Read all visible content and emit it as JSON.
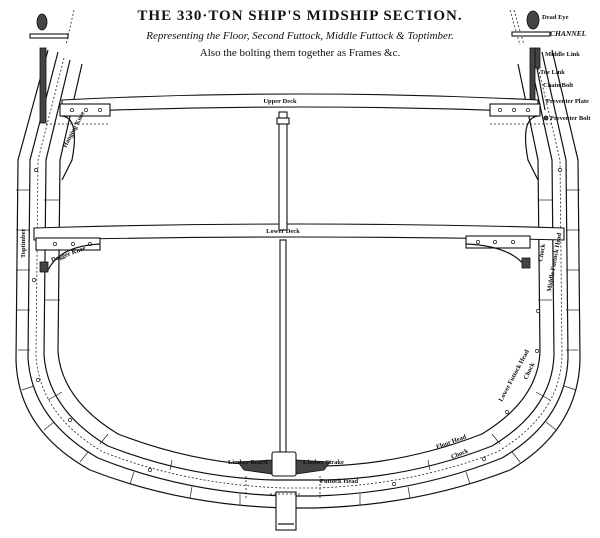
{
  "title": "THE 330·TON SHIP'S MIDSHIP SECTION.",
  "subtitle": "Representing the Floor, Second Futtock, Middle Futtock & Toptimber.",
  "subtitle2": "Also the bolting them together as Frames &c.",
  "labels": {
    "dead_eye": "Dead Eye",
    "channel": "CHANNEL",
    "middle_link": "Middle Link",
    "toe_link": "Toe Link",
    "chain_bolt": "Chain Bolt",
    "preventer_plate": "Preventer Plate",
    "preventer_bolt": "Preventer Bolt",
    "upper_deck": "Upper Deck",
    "lower_deck": "Lower Deck",
    "hanging_knee": "Hanging Knee",
    "toptimber": "Toptimber",
    "dagger_knee": "Dagger Knee",
    "chock_upper": "Chock",
    "middle_futtock_head": "Middle Futtock Head",
    "lower_futtock_head": "Lower Futtock Head",
    "chock_middle": "Chock",
    "floor_head": "Floor Head",
    "chock_lower": "Chock",
    "limber_board": "Limber Board",
    "limber_strake": "Limber Strake",
    "futtock_head": "Futtock Head"
  }
}
